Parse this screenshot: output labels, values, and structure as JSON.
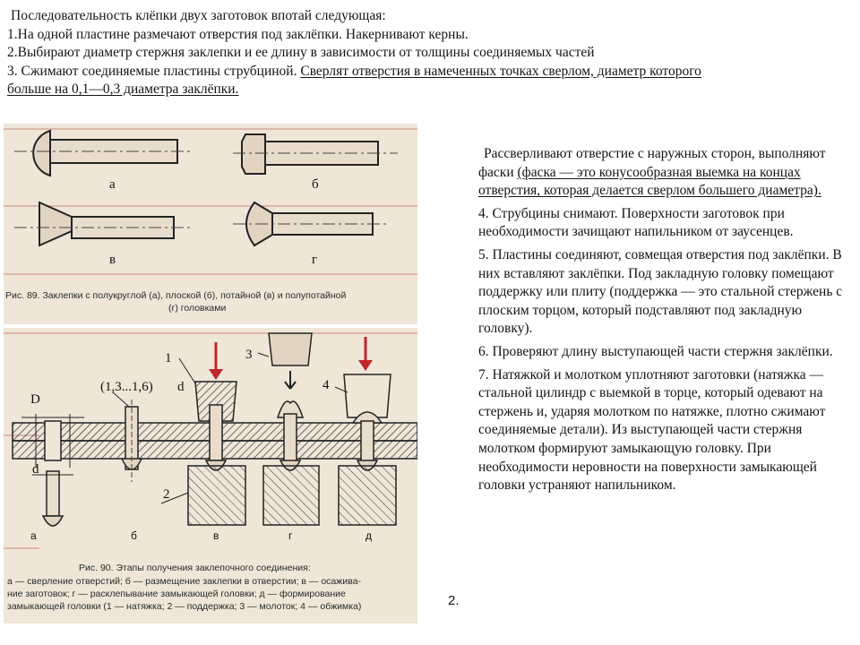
{
  "intro": {
    "line0": "Последовательность клёпки двух заготовок впотай  следующая:",
    "line1": "1.На одной пластине размечают отверстия под заклёпки. Накернивают керны.",
    "line2": "2.Выбирают диаметр стержня заклепки  и ее длину в зависимости от толщины соединяемых частей",
    "line3_plain": "3. Сжимают соединяемые пластины струбциной. ",
    "line3_underlined": "Сверлят отверстия в намеченных точках сверлом, диаметр которого",
    "line4_underlined": "больше на 0,1—0,3 диаметра заклёпки. "
  },
  "fig89": {
    "label_a": "а",
    "label_b": "б",
    "label_v": "в",
    "label_g": "г",
    "caption_line1": "Рис. 89. Заклепки с полукруглой (а), плоской (б), потайной (в) и полупотайной",
    "caption_line2": "(г) головками"
  },
  "fig90": {
    "label_D": "D",
    "label_d": "d",
    "label_d2": "d",
    "label_range": "(1,3...1,6)",
    "label_1": "1",
    "label_2": "2",
    "label_3": "3",
    "label_4": "4",
    "stage_a": "а",
    "stage_b": "б",
    "stage_v": "в",
    "stage_g": "г",
    "stage_d": "д",
    "caption_line1": "Рис. 90. Этапы получения заклепочного соединения:",
    "caption_line2": "а — сверление отверстий; б — размещение заклепки в отверстии; в — осажива-",
    "caption_line3": "ние заготовок; г — расклепывание замыкающей головки; д — формирование",
    "caption_line4": "замыкающей головки (1 — натяжка; 2 — поддержка; 3 — молоток; 4 — обжимка)"
  },
  "page_number": "2.",
  "right": {
    "p1_plain": "Рассверливают отверстие с наружных сторон, выполняют фаски ",
    "p1_underlined": "(фаска — это конусообразная выемка на концах отверстия, которая делается сверлом большего диаметра).",
    "p2": "4. Струбцины снимают. Поверхности заготовок при необходимости зачищают напильником от заусенцев.",
    "p3": "5. Пластины соединяют, совмещая отверстия под заклёпки. В них вставляют заклёпки. Под закладную головку помещают поддержку или плиту (поддержка — это стальной стержень с плоским торцом, который подставляют под закладную головку).",
    "p4": "6. Проверяют длину выступающей части стержня заклёпки.",
    "p5": "7. Натяжкой и молотком уплотняют заготовки (натяжка — стальной цилиндр с выемкой в торце, который одевают на стержень и, ударяя молотком по натяжке, плотно сжимают соединяемые детали). Из выступающей части стержня молотком формируют замыкающую головку. При необходимости неровности на поверхности замыкающей головки устраняют напильником."
  }
}
